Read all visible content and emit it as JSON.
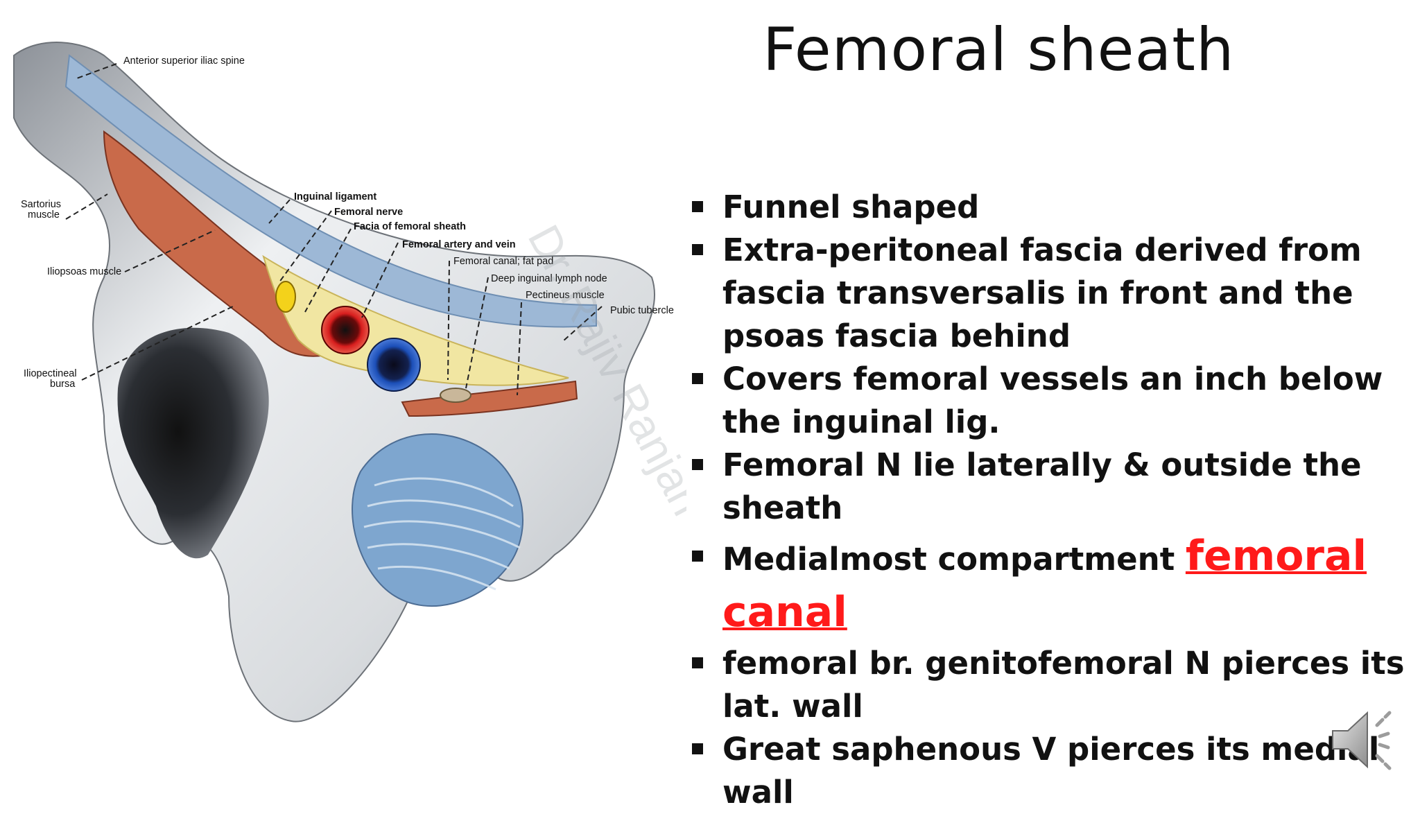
{
  "slide": {
    "title": "Femoral sheath",
    "bullets": [
      {
        "text": "Funnel shaped"
      },
      {
        "text": "Extra-peritoneal fascia derived from fascia transversalis in front and the psoas fascia behind"
      },
      {
        "text": "Covers femoral vessels an inch below the inguinal lig."
      },
      {
        "text": "Femoral N lie laterally & outside the sheath"
      },
      {
        "text": "Medialmost compartment ",
        "highlight": "femoral canal"
      },
      {
        "text": "femoral br. genitofemoral N pierces its lat. wall"
      },
      {
        "text": "Great saphenous V pierces its medial wall"
      }
    ],
    "highlight_color": "#ff1a1a"
  },
  "figure": {
    "labels": {
      "asis": "Anterior superior iliac spine",
      "sartorius_1": "Sartorius",
      "sartorius_2": "muscle",
      "iliopsoas": "Iliopsoas muscle",
      "iliopectineal_1": "Iliopectineal",
      "iliopectineal_2": "bursa",
      "inguinal_ligament": "Inguinal ligament",
      "femoral_nerve": "Femoral nerve",
      "facia": "Facia of femoral sheath",
      "artery_vein": "Femoral artery and vein",
      "femoral_canal": "Femoral canal; fat pad",
      "lymph_node": "Deep inguinal lymph node",
      "pectineus": "Pectineus muscle",
      "pubic_tubercle": "Pubic tubercle"
    },
    "watermark": "Dr. Rajiv Ranjan",
    "colors": {
      "artery": "#d81e1e",
      "vein": "#1c4fb8",
      "nerve": "#f3d21b",
      "sheath": "#f1e6a2",
      "muscle": "#c96a4a",
      "ligament": "#9db8d6"
    }
  },
  "audio": {
    "icon": "speaker-icon"
  }
}
